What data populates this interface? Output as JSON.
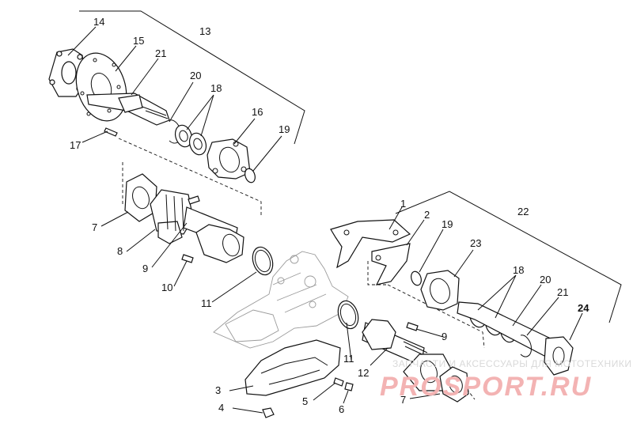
{
  "diagram": {
    "callouts": {
      "c1": "1",
      "c2": "2",
      "c3": "3",
      "c4": "4",
      "c5": "5",
      "c6": "6",
      "c7a": "7",
      "c7b": "7",
      "c8": "8",
      "c9a": "9",
      "c9b": "9",
      "c10": "10",
      "c11a": "11",
      "c11b": "11",
      "c12": "12",
      "c13": "13",
      "c14": "14",
      "c15": "15",
      "c16": "16",
      "c17": "17",
      "c18a": "18",
      "c18b": "18",
      "c19a": "19",
      "c19b": "19",
      "c20a": "20",
      "c20b": "20",
      "c21a": "21",
      "c21b": "21",
      "c22": "22",
      "c23": "23",
      "c24": "24"
    }
  },
  "watermark": {
    "line1": "ЗАПЧАСТИ И АКСЕССУАРЫ ДЛЯ МОТОТЕХНИКИ",
    "line2": "PROSPORT.RU",
    "color": "#f3b3b3"
  }
}
